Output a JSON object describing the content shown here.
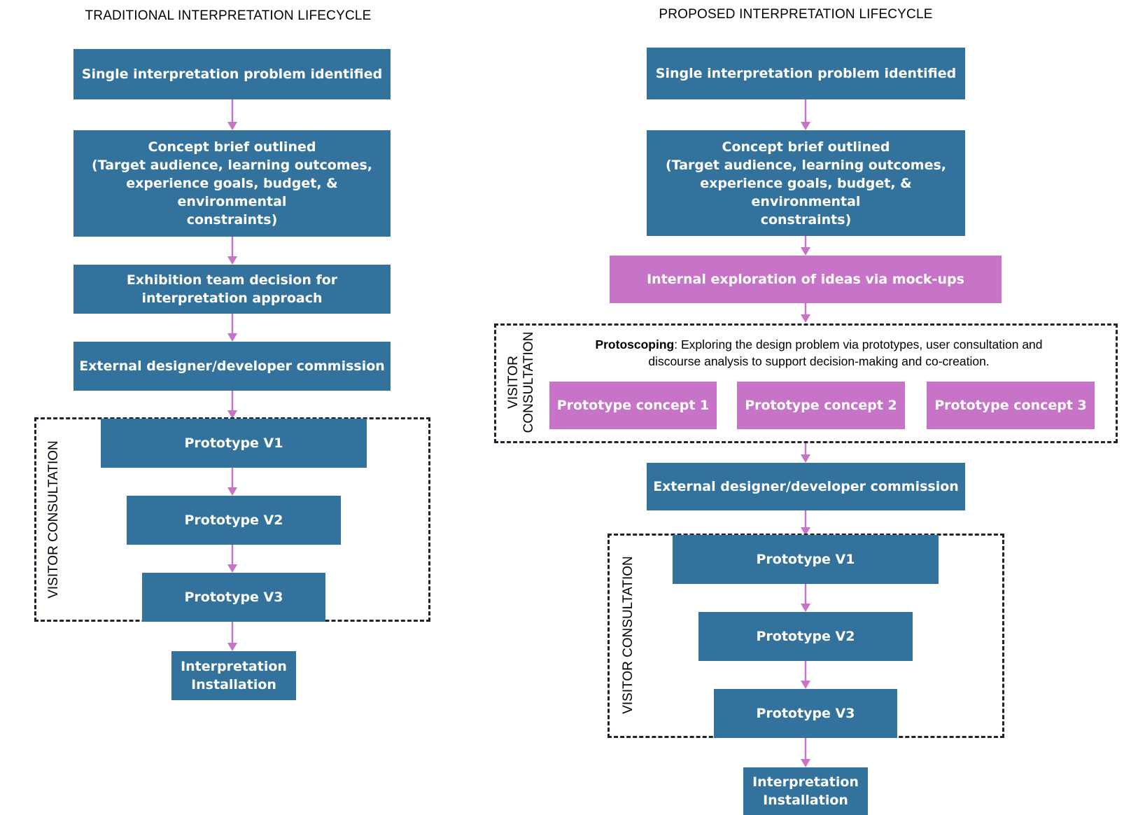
{
  "traditional": {
    "title": "TRADITIONAL INTERPRETATION LIFECYCLE",
    "consultation_label": "VISITOR CONSULTATION",
    "steps": {
      "problem": "Single interpretation problem identified",
      "brief": "Concept brief outlined\n(Target audience, learning outcomes,\nexperience goals, budget, & environmental\nconstraints)",
      "decision": "Exhibition team decision for\ninterpretation approach",
      "commission": "External designer/developer commission",
      "v1": "Prototype V1",
      "v2": "Prototype V2",
      "v3": "Prototype V3",
      "install": "Interpretation\nInstallation"
    }
  },
  "proposed": {
    "title": "PROPOSED INTERPRETATION LIFECYCLE",
    "consultation_label": "VISITOR CONSULTATION",
    "protoscoping_label": "VISITOR\nCONSULTATION",
    "protoscoping_term": "Protoscoping",
    "protoscoping_desc": ": Exploring the design problem via prototypes, user consultation and\ndiscourse analysis to support decision-making and co-creation.",
    "steps": {
      "problem": "Single interpretation problem identified",
      "brief": "Concept brief outlined\n(Target audience, learning outcomes,\nexperience goals, budget, & environmental\nconstraints)",
      "mockups": "Internal exploration of ideas via mock-ups",
      "concept1": "Prototype concept 1",
      "concept2": "Prototype concept 2",
      "concept3": "Prototype concept 3",
      "commission": "External designer/developer commission",
      "v1": "Prototype V1",
      "v2": "Prototype V2",
      "v3": "Prototype V3",
      "install": "Interpretation\nInstallation"
    }
  },
  "colors": {
    "box_blue": "#33729c",
    "box_pink": "#c773c7",
    "arrow": "#c773c7",
    "dashed_border": "#1c2430"
  }
}
